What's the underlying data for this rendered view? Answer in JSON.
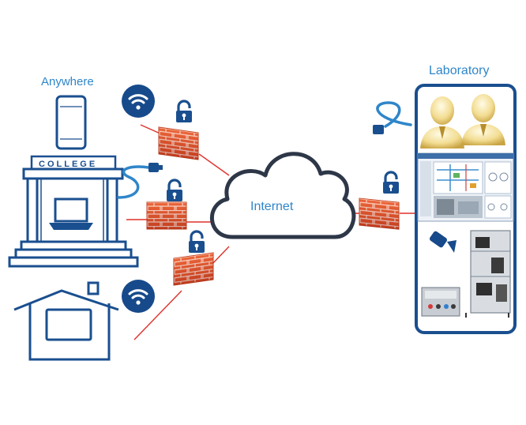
{
  "labels": {
    "anywhere": "Anywhere",
    "laboratory": "Laboratory",
    "internet": "Internet",
    "college": "COLLEGE"
  },
  "colors": {
    "primary": "#1a4f8f",
    "accent": "#2f86c9",
    "link": "#e0302a",
    "brick": "#e2522b",
    "mortar": "#ffffff"
  },
  "icons": [
    "tablet-icon",
    "wifi-icon",
    "padlock-icon",
    "firewall-icon",
    "college-building-icon",
    "laptop-icon",
    "ethernet-cable-icon",
    "house-icon",
    "cloud-icon",
    "user-avatar-icon",
    "webcam-icon",
    "lab-equipment-image",
    "scada-screen-image"
  ]
}
